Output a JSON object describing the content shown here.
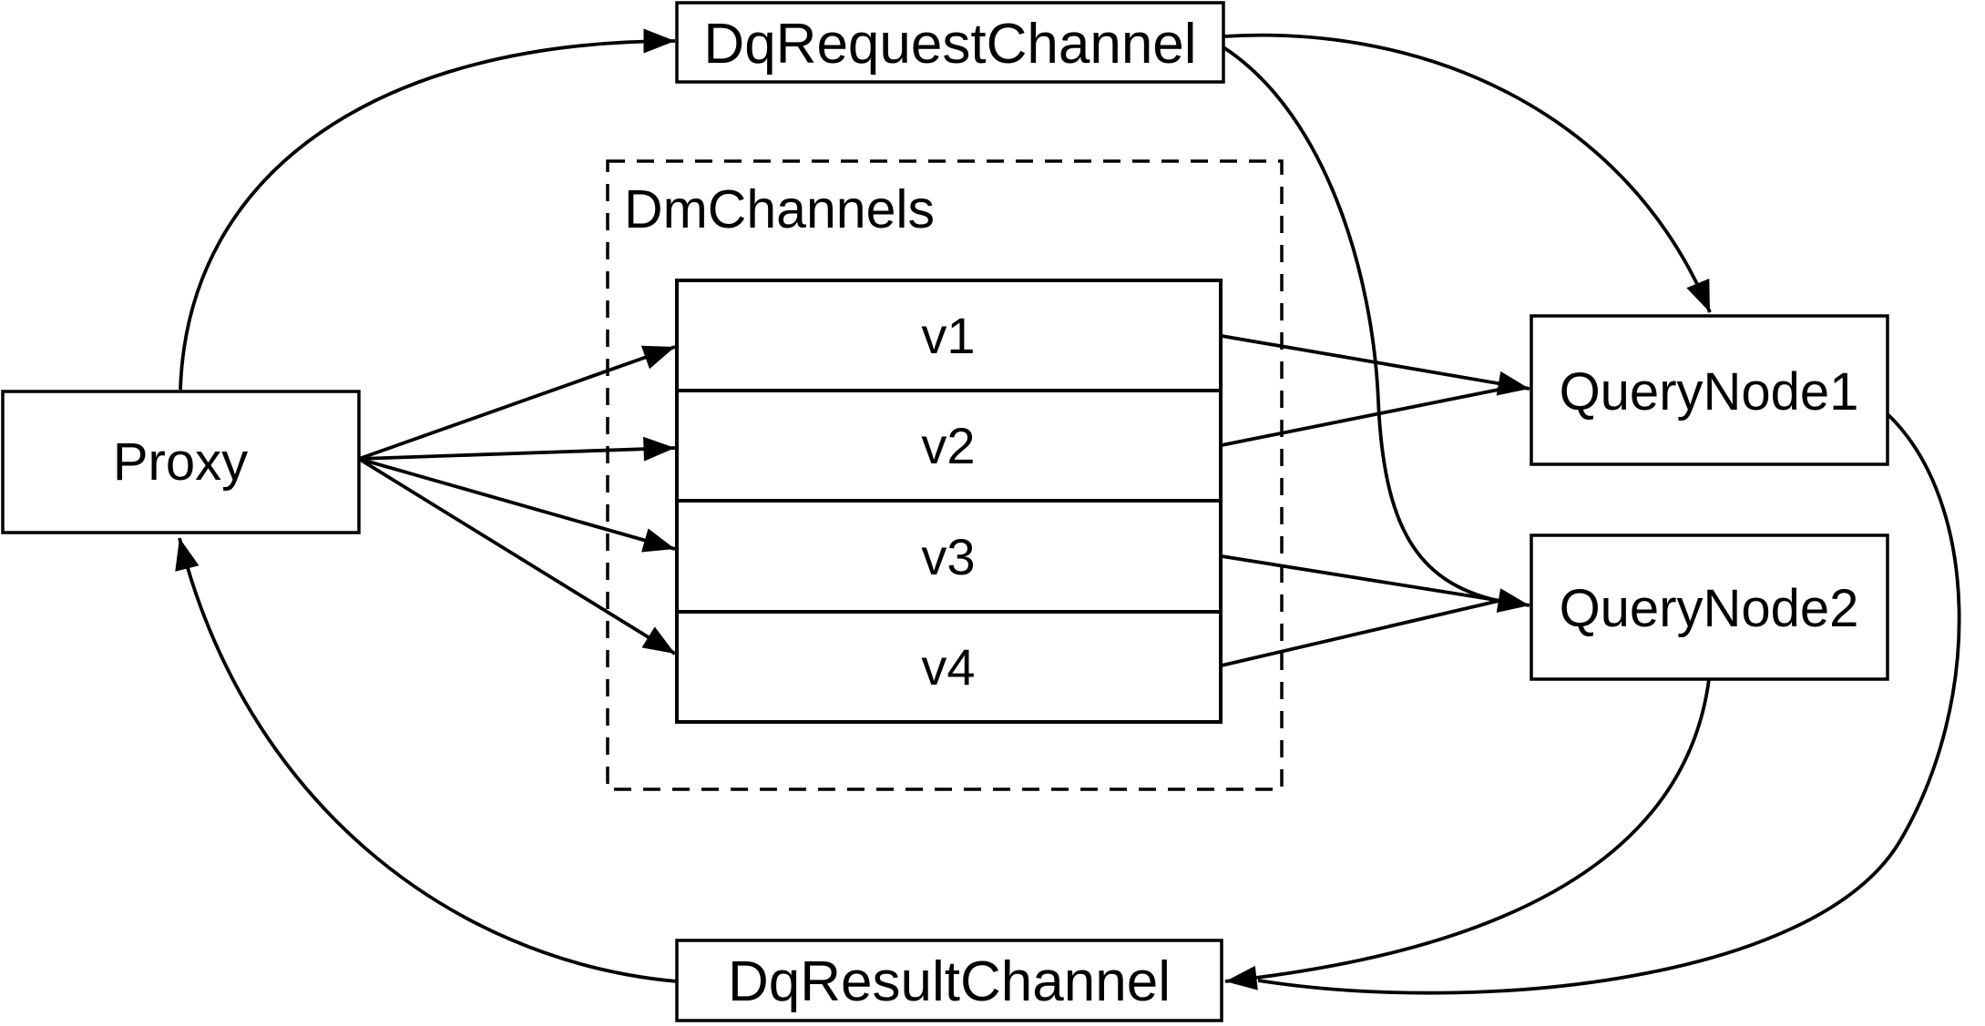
{
  "diagram": {
    "kind": "message-flow-architecture",
    "colors": {
      "background": "#ffffff",
      "line": "#000000",
      "node_fill": "#ffffff",
      "text": "#000000"
    },
    "nodes": {
      "proxy": "Proxy",
      "dq_request_channel": "DqRequestChannel",
      "dm_channels_group": "DmChannels",
      "channels": [
        "v1",
        "v2",
        "v3",
        "v4"
      ],
      "query_node_1": "QueryNode1",
      "query_node_2": "QueryNode2",
      "dq_result_channel": "DqResultChannel"
    },
    "edges": [
      {
        "from": "Proxy",
        "to": "DqRequestChannel"
      },
      {
        "from": "Proxy",
        "to": "v1"
      },
      {
        "from": "Proxy",
        "to": "v2"
      },
      {
        "from": "Proxy",
        "to": "v3"
      },
      {
        "from": "Proxy",
        "to": "v4"
      },
      {
        "from": "v1",
        "to": "QueryNode1"
      },
      {
        "from": "v2",
        "to": "QueryNode1"
      },
      {
        "from": "v3",
        "to": "QueryNode2"
      },
      {
        "from": "v4",
        "to": "QueryNode2"
      },
      {
        "from": "DqRequestChannel",
        "to": "QueryNode1"
      },
      {
        "from": "DqRequestChannel",
        "to": "QueryNode2"
      },
      {
        "from": "QueryNode1",
        "to": "DqResultChannel"
      },
      {
        "from": "QueryNode2",
        "to": "DqResultChannel"
      },
      {
        "from": "DqResultChannel",
        "to": "Proxy"
      }
    ]
  }
}
